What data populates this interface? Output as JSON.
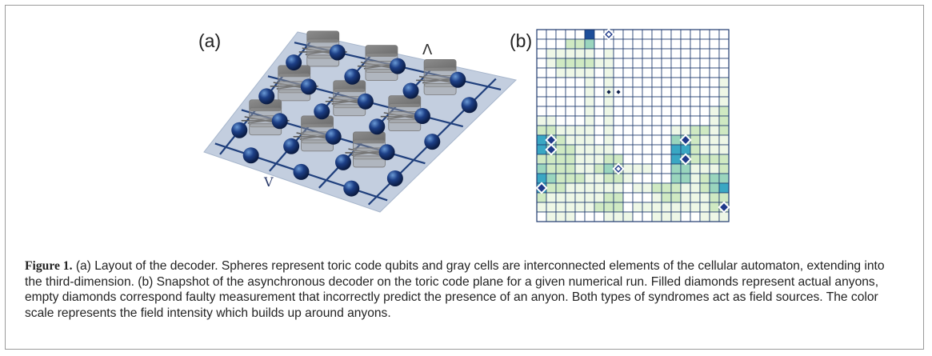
{
  "panel_a": {
    "label": "(a)",
    "wedge_label_top": "Λ",
    "wedge_label_bottom": "V"
  },
  "panel_b": {
    "label": "(b)",
    "grid_rows": 20,
    "grid_cols": 20,
    "colors": {
      "level_0": "#ffffff",
      "level_1": "#eef7e6",
      "level_2": "#cfe9c2",
      "level_3": "#9ad5bd",
      "level_4": "#3aa7c3",
      "level_5": "#1d4e9a",
      "grid_line": "#1e3a6e",
      "diamond": "#1f3a8a"
    },
    "intensity": [
      "00000500000000000000",
      "00022300000000000000",
      "01111101000000000000",
      "01222211000000000000",
      "00111101000000000000",
      "00000101000000000001",
      "00000101000000000001",
      "00000101000000000001",
      "00000101000000000012",
      "11000101000000000012",
      "22111101000000112212",
      "43211101000000332111",
      "43221111000000442111",
      "22221112200000432222",
      "32221123211100331112",
      "43222112210000331233",
      "42211111101122211234",
      "21111112200012211122",
      "11111122201111111122",
      "01110001110011100111"
    ],
    "anyons": [
      {
        "row": 0,
        "col": 7,
        "type": "measurement"
      },
      {
        "row": 11,
        "col": 1,
        "type": "actual"
      },
      {
        "row": 12,
        "col": 1,
        "type": "actual"
      },
      {
        "row": 11,
        "col": 15,
        "type": "actual"
      },
      {
        "row": 13,
        "col": 15,
        "type": "actual"
      },
      {
        "row": 14,
        "col": 8,
        "type": "measurement"
      },
      {
        "row": 16,
        "col": 0,
        "type": "actual"
      },
      {
        "row": 18,
        "col": 19,
        "type": "actual"
      }
    ],
    "small_dots": [
      {
        "row": 6,
        "col": 7
      },
      {
        "row": 6,
        "col": 8
      }
    ]
  },
  "caption": {
    "prefix": "Figure 1.",
    "text": " (a) Layout of the decoder. Spheres represent toric code qubits and gray cells are interconnected elements of the cellular automaton, extending into the third-dimension. (b) Snapshot of the asynchronous decoder on the toric code plane for a given numerical run. Filled diamonds represent actual anyons, empty diamonds correspond faulty measurement that incorrectly predict the presence of an anyon. Both types of syndromes act as field sources. The color scale represents the field intensity which builds up around anyons."
  }
}
